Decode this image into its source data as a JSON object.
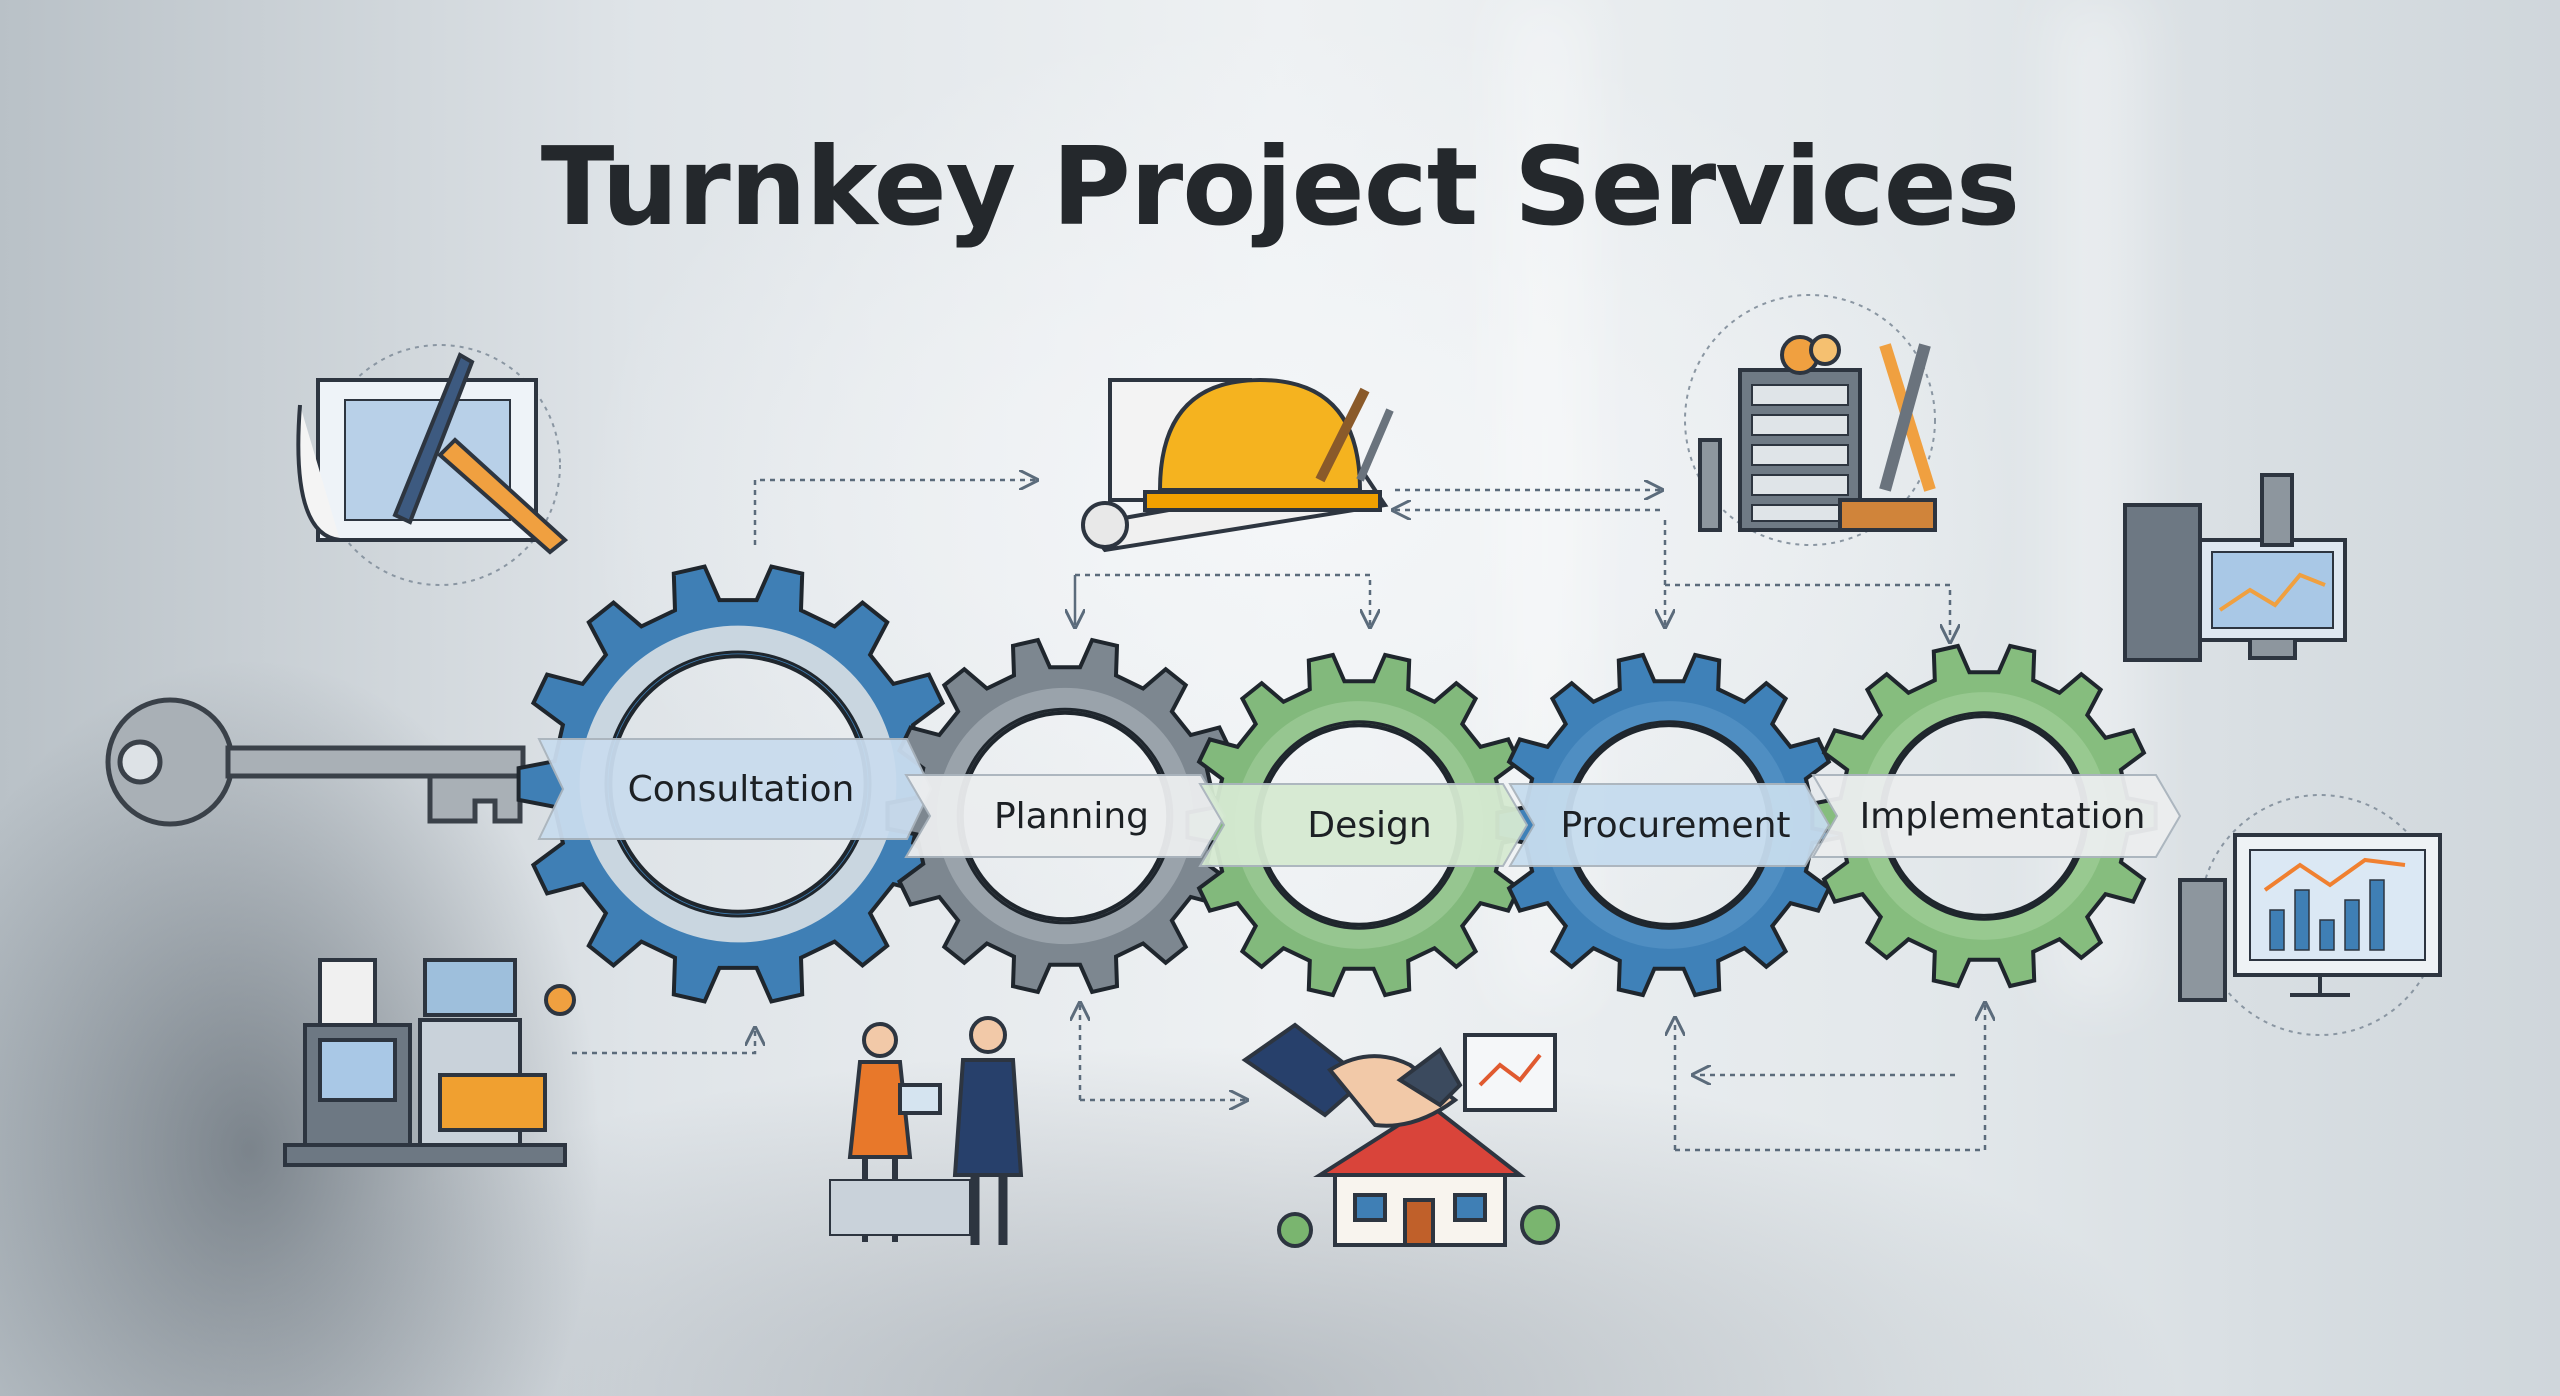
{
  "title": "Turnkey Project Services",
  "stages": [
    {
      "label": "Consultation",
      "gear_color": "#3f7fb5",
      "ring_color": "#c9d6e0",
      "banner_color": "#c9dcee"
    },
    {
      "label": "Planning",
      "gear_color": "#7d8790",
      "ring_color": "#9aa3ab",
      "banner_color": "#eceeef"
    },
    {
      "label": "Design",
      "gear_color": "#82b97c",
      "ring_color": "#96c690",
      "banner_color": "#d6ead2"
    },
    {
      "label": "Procurement",
      "gear_color": "#3f81b8",
      "ring_color": "#4f8ec2",
      "banner_color": "#c6dcee"
    },
    {
      "label": "Implementation",
      "gear_color": "#86bd7e",
      "ring_color": "#98c990",
      "banner_color": "#eceeef"
    }
  ],
  "icons": [
    "key-icon",
    "blueprint-icon",
    "hard-hat-icon",
    "server-tools-icon",
    "computer-chart-icon",
    "factory-icon",
    "business-people-icon",
    "handshake-house-icon",
    "monitor-chart-icon"
  ]
}
